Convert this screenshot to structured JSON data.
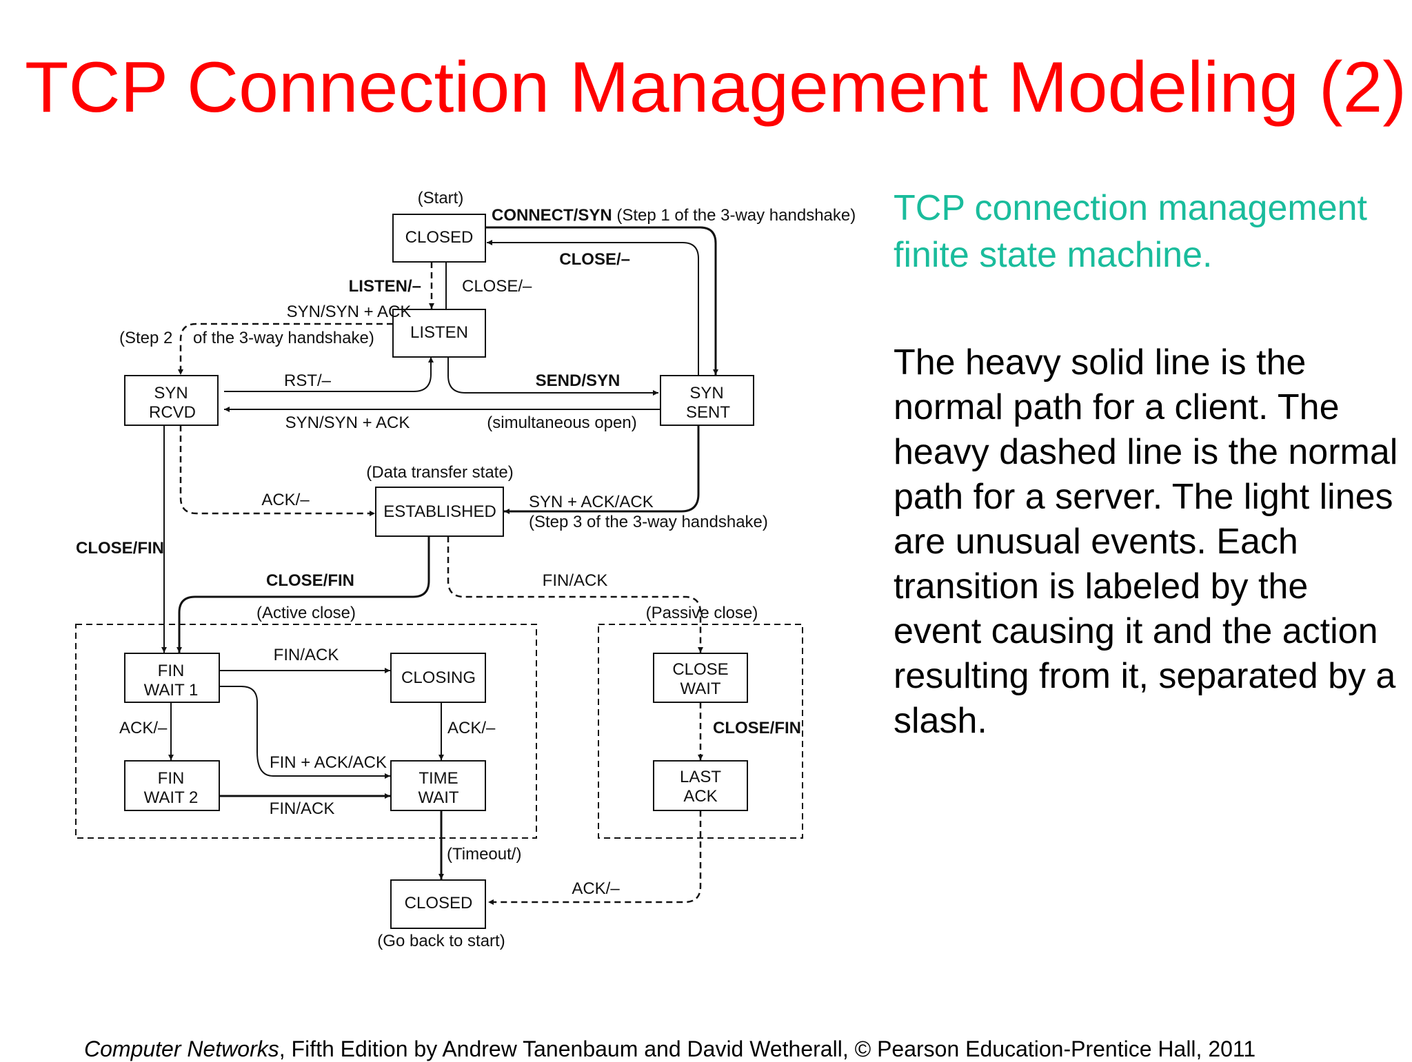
{
  "slide": {
    "title": "TCP Connection Management Modeling (2)",
    "subtitle": "TCP connection management finite state machine.",
    "description": "The heavy solid line is the normal path for a client. The heavy dashed line is the normal path for a server. The light lines are unusual events. Each transition is labeled by the event causing it and the action resulting from it, separated by a slash.",
    "footer_book": "Computer Networks",
    "footer_rest": ", Fifth Edition by Andrew Tanenbaum and David Wetherall, © Pearson Education-Prentice Hall, 2011"
  },
  "diagram": {
    "states": {
      "closed_start": "CLOSED",
      "listen": "LISTEN",
      "syn_rcvd_1": "SYN",
      "syn_rcvd_2": "RCVD",
      "syn_sent_1": "SYN",
      "syn_sent_2": "SENT",
      "established": "ESTABLISHED",
      "fin_wait1_1": "FIN",
      "fin_wait1_2": "WAIT 1",
      "fin_wait2_1": "FIN",
      "fin_wait2_2": "WAIT 2",
      "closing": "CLOSING",
      "time_wait_1": "TIME",
      "time_wait_2": "WAIT",
      "close_wait_1": "CLOSE",
      "close_wait_2": "WAIT",
      "last_ack_1": "LAST",
      "last_ack_2": "ACK",
      "closed_end": "CLOSED"
    },
    "notes": {
      "start": "(Start)",
      "data_transfer": "(Data transfer state)",
      "active_close": "(Active close)",
      "passive_close": "(Passive close)",
      "timeout": "(Timeout/)",
      "go_back": "(Go back to start)"
    },
    "labels": {
      "connect_bold": "CONNECT/SYN",
      "connect_rest": "(Step 1 of the 3-way handshake)",
      "close_dash_1": "CLOSE/–",
      "listen_dash": "LISTEN/–",
      "close_dash_2": "CLOSE/–",
      "syn_synack_1": "SYN/SYN + ACK",
      "step2_a": "(Step 2",
      "step2_b": "of the 3-way handshake)",
      "rst": "RST/–",
      "send_syn": "SEND/SYN",
      "syn_synack_2": "SYN/SYN + ACK",
      "simultaneous_open": "(simultaneous open)",
      "ack_dash_1": "ACK/–",
      "synack_ack": "SYN + ACK/ACK",
      "step3": "(Step 3 of the 3-way handshake)",
      "close_fin_1": "CLOSE/FIN",
      "close_fin_2": "CLOSE/FIN",
      "fin_ack_1": "FIN/ACK",
      "fin_ack_2": "FIN/ACK",
      "ack_dash_2": "ACK/–",
      "ack_dash_3": "ACK/–",
      "fin_ack_ack": "FIN + ACK/ACK",
      "fin_ack_3": "FIN/ACK",
      "close_fin_3": "CLOSE/FIN",
      "ack_dash_4": "ACK/–"
    }
  }
}
